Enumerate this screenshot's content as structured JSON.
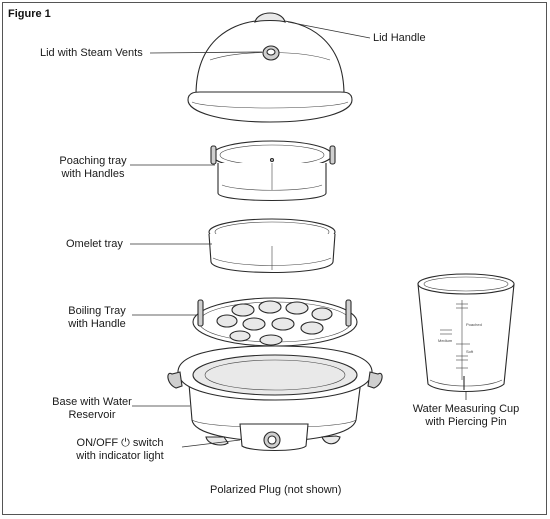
{
  "figure_title": "Figure 1",
  "labels": {
    "lid_handle": "Lid Handle",
    "lid_steam_vents": "Lid with Steam Vents",
    "poaching_tray_1": "Poaching tray",
    "poaching_tray_2": "with Handles",
    "omelet_tray": "Omelet tray",
    "boiling_tray_1": "Boiling Tray",
    "boiling_tray_2": "with Handle",
    "base_1": "Base with Water",
    "base_2": "Reservoir",
    "switch_1": "ON/OFF ⏻ switch",
    "switch_2": "with indicator light",
    "cup_1": "Water Measuring Cup",
    "cup_2": "with Piercing Pin",
    "plug_note": "Polarized Plug (not shown)"
  },
  "cup_markings": {
    "poached": "Poached",
    "medium": "Medium",
    "soft": "Soft"
  }
}
